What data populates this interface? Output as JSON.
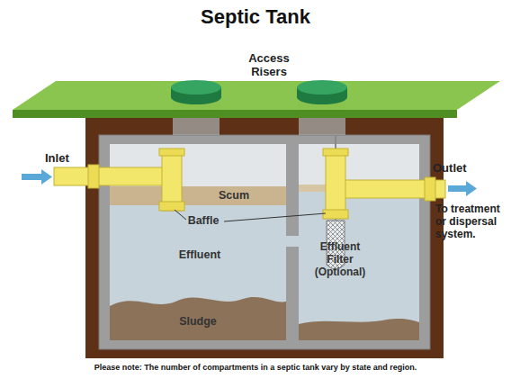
{
  "diagram": {
    "title": "Septic Tank",
    "labels": [
      "Access Risers",
      "Inlet",
      "Outlet",
      "Scum",
      "Baffle",
      "Effluent",
      "Effluent Filter (Optional)",
      "To treatment or dispersal system.",
      "Sludge",
      "Please note: The number of compartments in a septic tank vary by state and region."
    ]
  }
}
